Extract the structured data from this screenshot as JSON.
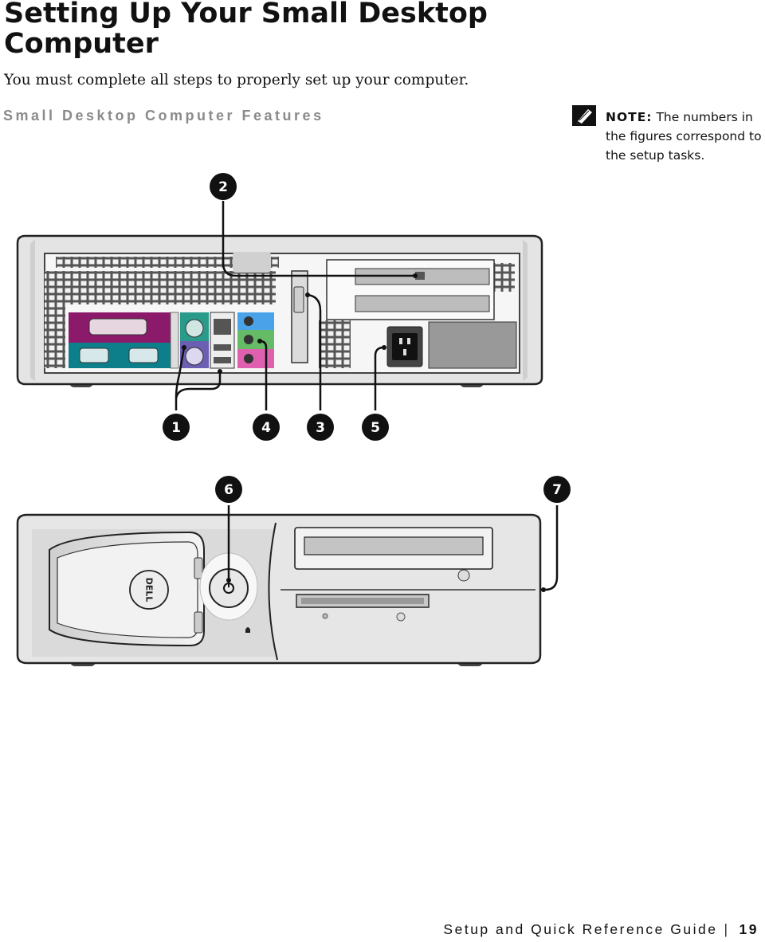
{
  "page": {
    "title": "Setting Up Your Small Desktop Computer",
    "intro": "You must complete all steps to properly set up your computer.",
    "section_heading": "Small Desktop Computer Features",
    "note": {
      "label": "NOTE:",
      "text": "The numbers in the figures correspond to the setup tasks."
    },
    "callouts": {
      "c1": "1",
      "c2": "2",
      "c3": "3",
      "c4": "4",
      "c5": "5",
      "c6": "6",
      "c7": "7"
    },
    "front_logo": "DELL",
    "footer": {
      "guide_title": "Setup and Quick Reference Guide",
      "separator": "|",
      "page_number": "19"
    }
  },
  "icons": [
    "note-pencil-icon",
    "power-icon",
    "power-led-icon"
  ],
  "colors": {
    "text": "#111111",
    "section_heading": "#8a8a8a",
    "callout_bg": "#111111",
    "parallel_port": "#8b1a6b",
    "serial_port": "#0d7f8a",
    "keyboard_port": "#6a5fb0",
    "mouse_port": "#2a9a8a",
    "audio_line_in": "#4aa3e8",
    "audio_line_out": "#66bb66",
    "audio_mic": "#e060b0",
    "chassis": "#e6e6e6"
  }
}
